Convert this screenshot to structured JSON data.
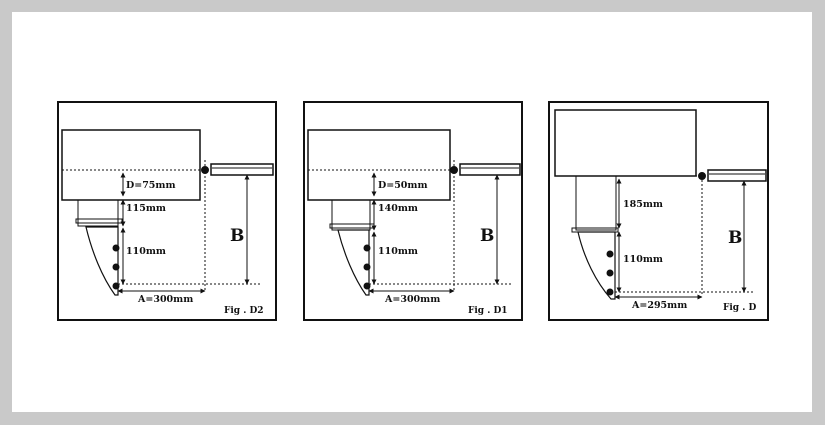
{
  "figures": [
    {
      "caption": "Fig . D2",
      "d_label": "D=75mm",
      "upper_label": "115mm",
      "lower_label": "110mm",
      "a_label": "A=300mm",
      "b_label": "B"
    },
    {
      "caption": "Fig . D1",
      "d_label": "D=50mm",
      "upper_label": "140mm",
      "lower_label": "110mm",
      "a_label": "A=300mm",
      "b_label": "B"
    },
    {
      "caption": "Fig . D",
      "upper_label": "185mm",
      "lower_label": "110mm",
      "a_label": "A=295mm",
      "b_label": "B"
    }
  ],
  "colors": {
    "line": "#111111",
    "background": "#ffffff",
    "frame": "#c9c9c9"
  }
}
